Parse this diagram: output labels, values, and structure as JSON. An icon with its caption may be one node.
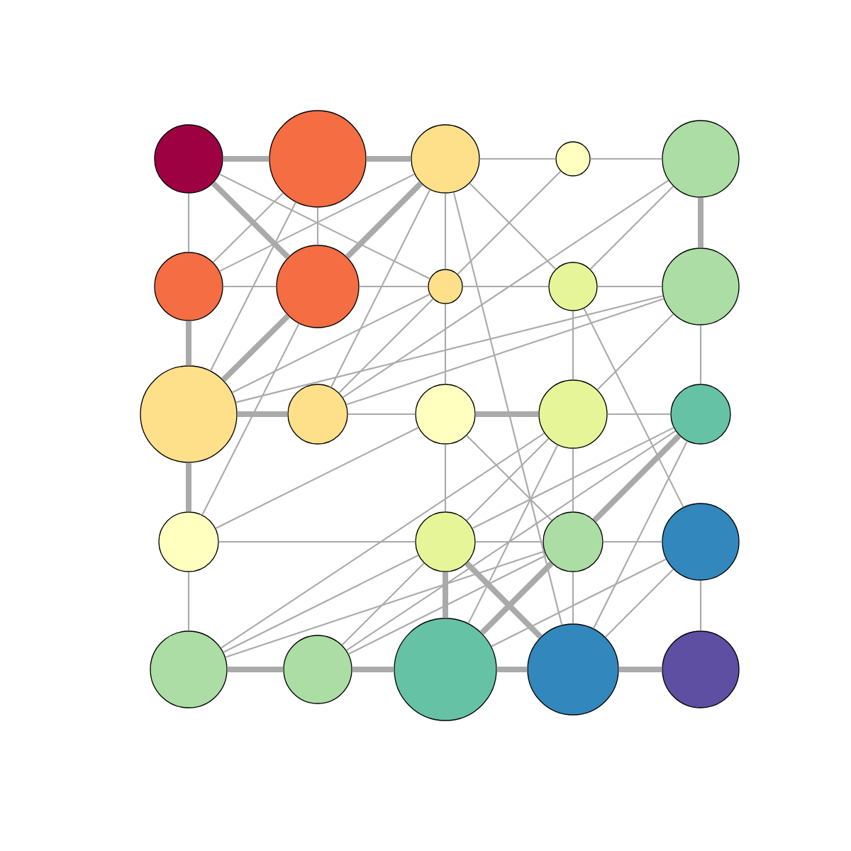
{
  "diagram": {
    "nodes": [
      {
        "text": [],
        "shape": "circle"
      },
      {
        "text": [],
        "shape": "circle"
      },
      {
        "text": [],
        "shape": "circle"
      },
      {
        "text": [],
        "shape": "circle"
      },
      {
        "text": [],
        "shape": "circle"
      },
      {
        "text": [],
        "shape": "circle"
      },
      {
        "text": [],
        "shape": "circle"
      },
      {
        "text": [],
        "shape": "circle"
      },
      {
        "text": [],
        "shape": "circle"
      },
      {
        "text": [],
        "shape": "circle"
      },
      {
        "text": [],
        "shape": "circle"
      },
      {
        "text": [],
        "shape": "circle"
      },
      {
        "text": [],
        "shape": "circle"
      },
      {
        "text": [],
        "shape": "circle"
      },
      {
        "text": [],
        "shape": "circle"
      },
      {
        "text": [],
        "shape": "circle"
      },
      {
        "text": [],
        "shape": "circle"
      },
      {
        "text": [],
        "shape": "circle"
      },
      {
        "text": [],
        "shape": "circle"
      },
      {
        "text": [],
        "shape": "circle"
      },
      {
        "text": [],
        "shape": "circle"
      },
      {
        "text": [],
        "shape": "circle"
      },
      {
        "text": [],
        "shape": "circle"
      },
      {
        "text": [],
        "shape": "circle"
      }
    ],
    "edges": [
      {
        "from": 0,
        "to": 1,
        "arrow": "none",
        "style": "thick"
      },
      {
        "from": 1,
        "to": 2,
        "arrow": "none",
        "style": "thick"
      },
      {
        "from": 2,
        "to": 3,
        "arrow": "none"
      },
      {
        "from": 3,
        "to": 4,
        "arrow": "none"
      },
      {
        "from": 0,
        "to": 5,
        "arrow": "none"
      },
      {
        "from": 1,
        "to": 6,
        "arrow": "none"
      },
      {
        "from": 2,
        "to": 7,
        "arrow": "none"
      },
      {
        "from": 4,
        "to": 9,
        "arrow": "none",
        "style": "thick"
      },
      {
        "from": 5,
        "to": 6,
        "arrow": "none"
      },
      {
        "from": 6,
        "to": 7,
        "arrow": "none"
      },
      {
        "from": 7,
        "to": 8,
        "arrow": "none"
      },
      {
        "from": 8,
        "to": 9,
        "arrow": "none"
      },
      {
        "from": 5,
        "to": 10,
        "arrow": "none",
        "style": "thick"
      },
      {
        "from": 10,
        "to": 11,
        "arrow": "none",
        "style": "thick"
      },
      {
        "from": 11,
        "to": 12,
        "arrow": "none"
      },
      {
        "from": 12,
        "to": 13,
        "arrow": "none",
        "style": "thick"
      },
      {
        "from": 13,
        "to": 14,
        "arrow": "none"
      },
      {
        "from": 8,
        "to": 13,
        "arrow": "none"
      },
      {
        "from": 9,
        "to": 14,
        "arrow": "none"
      },
      {
        "from": 7,
        "to": 12,
        "arrow": "none"
      },
      {
        "from": 10,
        "to": 15,
        "arrow": "none",
        "style": "thick"
      },
      {
        "from": 12,
        "to": 16,
        "arrow": "none"
      },
      {
        "from": 13,
        "to": 17,
        "arrow": "none"
      },
      {
        "from": 15,
        "to": 16,
        "arrow": "none"
      },
      {
        "from": 16,
        "to": 17,
        "arrow": "none"
      },
      {
        "from": 17,
        "to": 18,
        "arrow": "none"
      },
      {
        "from": 15,
        "to": 19,
        "arrow": "none"
      },
      {
        "from": 16,
        "to": 21,
        "arrow": "none",
        "style": "thick"
      },
      {
        "from": 17,
        "to": 22,
        "arrow": "none"
      },
      {
        "from": 18,
        "to": 23,
        "arrow": "none"
      },
      {
        "from": 19,
        "to": 20,
        "arrow": "none",
        "style": "thick"
      },
      {
        "from": 20,
        "to": 21,
        "arrow": "none",
        "style": "thick"
      },
      {
        "from": 21,
        "to": 22,
        "arrow": "none",
        "style": "thick"
      },
      {
        "from": 22,
        "to": 23,
        "arrow": "none",
        "style": "thick"
      },
      {
        "from": 0,
        "to": 6,
        "arrow": "none",
        "style": "thick"
      },
      {
        "from": 0,
        "to": 7,
        "arrow": "none"
      },
      {
        "from": 1,
        "to": 5,
        "arrow": "none"
      },
      {
        "from": 1,
        "to": 10,
        "arrow": "none"
      },
      {
        "from": 2,
        "to": 5,
        "arrow": "none"
      },
      {
        "from": 2,
        "to": 6,
        "arrow": "none",
        "style": "thick"
      },
      {
        "from": 2,
        "to": 11,
        "arrow": "none"
      },
      {
        "from": 2,
        "to": 8,
        "arrow": "none"
      },
      {
        "from": 2,
        "to": 22,
        "arrow": "none"
      },
      {
        "from": 3,
        "to": 7,
        "arrow": "none"
      },
      {
        "from": 4,
        "to": 8,
        "arrow": "none"
      },
      {
        "from": 4,
        "to": 11,
        "arrow": "none"
      },
      {
        "from": 9,
        "to": 10,
        "arrow": "none"
      },
      {
        "from": 9,
        "to": 11,
        "arrow": "none"
      },
      {
        "from": 9,
        "to": 13,
        "arrow": "none"
      },
      {
        "from": 13,
        "to": 16,
        "arrow": "none"
      },
      {
        "from": 7,
        "to": 10,
        "arrow": "none"
      },
      {
        "from": 7,
        "to": 11,
        "arrow": "none"
      },
      {
        "from": 6,
        "to": 10,
        "arrow": "none",
        "style": "thick"
      },
      {
        "from": 6,
        "to": 15,
        "arrow": "none"
      },
      {
        "from": 8,
        "to": 18,
        "arrow": "none"
      },
      {
        "from": 12,
        "to": 17,
        "arrow": "none"
      },
      {
        "from": 12,
        "to": 15,
        "arrow": "none"
      },
      {
        "from": 14,
        "to": 16,
        "arrow": "none"
      },
      {
        "from": 14,
        "to": 17,
        "arrow": "none",
        "style": "thick"
      },
      {
        "from": 14,
        "to": 20,
        "arrow": "none"
      },
      {
        "from": 14,
        "to": 22,
        "arrow": "none"
      },
      {
        "from": 16,
        "to": 20,
        "arrow": "none"
      },
      {
        "from": 16,
        "to": 19,
        "arrow": "none"
      },
      {
        "from": 16,
        "to": 22,
        "arrow": "none",
        "style": "thick"
      },
      {
        "from": 17,
        "to": 19,
        "arrow": "none"
      },
      {
        "from": 17,
        "to": 21,
        "arrow": "none",
        "style": "thick"
      },
      {
        "from": 17,
        "to": 20,
        "arrow": "none"
      },
      {
        "from": 18,
        "to": 21,
        "arrow": "none"
      },
      {
        "from": 18,
        "to": 22,
        "arrow": "none"
      },
      {
        "from": 13,
        "to": 21,
        "arrow": "none"
      },
      {
        "from": 13,
        "to": 19,
        "arrow": "none"
      }
    ]
  }
}
